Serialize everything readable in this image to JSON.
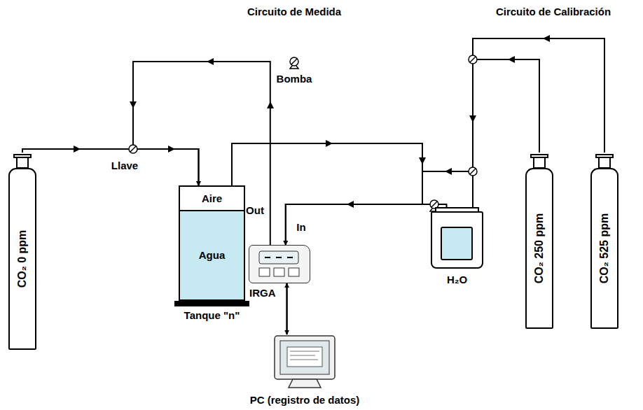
{
  "diagram": {
    "nodes": [
      {
        "text": [
          "CO₂ 0 ppm"
        ]
      },
      {
        "text": [
          "Tanque \"n\""
        ]
      },
      {
        "text": [
          "Aire"
        ],
        "in": 1
      },
      {
        "text": [
          "Agua"
        ],
        "in": 1
      },
      {
        "text": [
          "IRGA"
        ]
      },
      {
        "text": [
          "PC (registro de datos)"
        ]
      },
      {
        "text": [
          "H₂O"
        ]
      },
      {
        "text": [
          "CO₂ 250 ppm"
        ]
      },
      {
        "text": [
          "CO₂ 525 ppm"
        ]
      }
    ],
    "edges": [
      {
        "from": 0,
        "to": 1,
        "arrow": "to"
      },
      {
        "from": 1,
        "to": 4,
        "arrow": "to"
      },
      {
        "from": 6,
        "to": 4,
        "arrow": "to"
      },
      {
        "from": 4,
        "to": 1,
        "arrow": "to"
      },
      {
        "from": 7,
        "to": 6,
        "arrow": "to"
      },
      {
        "from": 8,
        "to": 6,
        "arrow": "to"
      },
      {
        "from": 4,
        "to": 5,
        "arrow": "both"
      }
    ],
    "labels": [
      "Circuito de Medida",
      "Circuito de Calibración",
      "Llave",
      "Bomba",
      "Out",
      "In"
    ]
  }
}
